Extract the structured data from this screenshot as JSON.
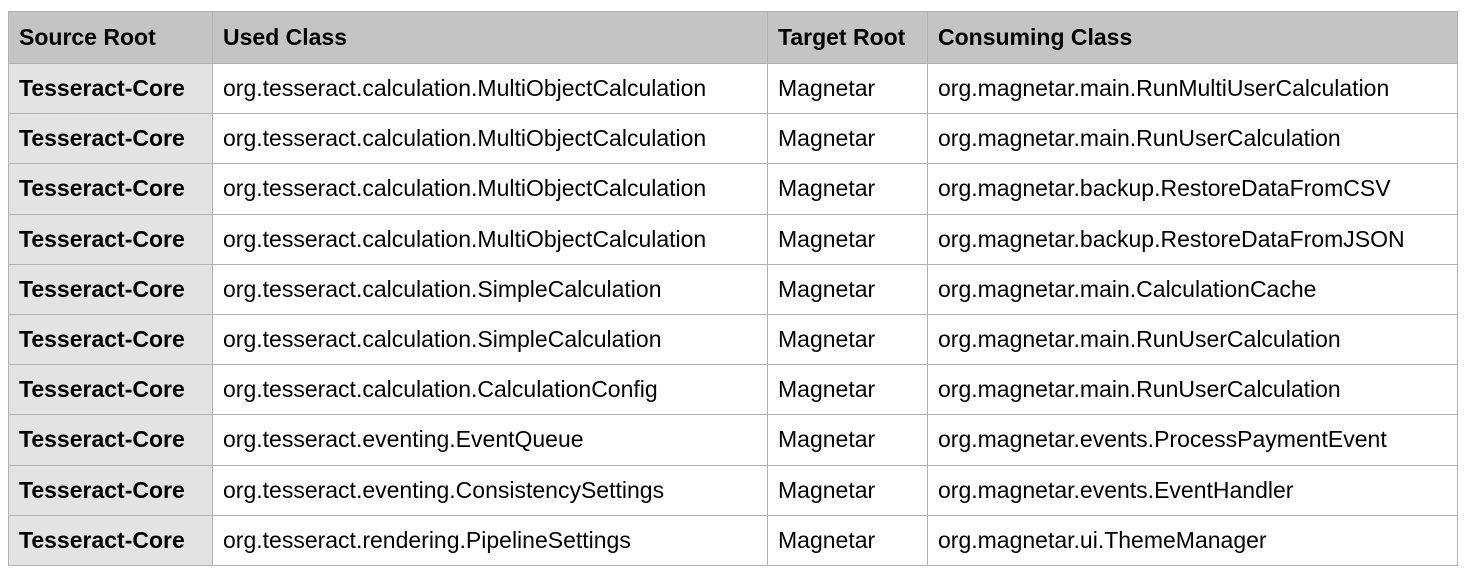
{
  "table": {
    "headers": [
      "Source Root",
      "Used Class",
      "Target Root",
      "Consuming Class"
    ],
    "rows": [
      [
        "Tesseract-Core",
        "org.tesseract.calculation.MultiObjectCalculation",
        "Magnetar",
        "org.magnetar.main.RunMultiUserCalculation"
      ],
      [
        "Tesseract-Core",
        "org.tesseract.calculation.MultiObjectCalculation",
        "Magnetar",
        "org.magnetar.main.RunUserCalculation"
      ],
      [
        "Tesseract-Core",
        "org.tesseract.calculation.MultiObjectCalculation",
        "Magnetar",
        "org.magnetar.backup.RestoreDataFromCSV"
      ],
      [
        "Tesseract-Core",
        "org.tesseract.calculation.MultiObjectCalculation",
        "Magnetar",
        "org.magnetar.backup.RestoreDataFromJSON"
      ],
      [
        "Tesseract-Core",
        "org.tesseract.calculation.SimpleCalculation",
        "Magnetar",
        "org.magnetar.main.CalculationCache"
      ],
      [
        "Tesseract-Core",
        "org.tesseract.calculation.SimpleCalculation",
        "Magnetar",
        "org.magnetar.main.RunUserCalculation"
      ],
      [
        "Tesseract-Core",
        "org.tesseract.calculation.CalculationConfig",
        "Magnetar",
        "org.magnetar.main.RunUserCalculation"
      ],
      [
        "Tesseract-Core",
        "org.tesseract.eventing.EventQueue",
        "Magnetar",
        "org.magnetar.events.ProcessPaymentEvent"
      ],
      [
        "Tesseract-Core",
        "org.tesseract.eventing.ConsistencySettings",
        "Magnetar",
        "org.magnetar.events.EventHandler"
      ],
      [
        "Tesseract-Core",
        "org.tesseract.rendering.PipelineSettings",
        "Magnetar",
        "org.magnetar.ui.ThemeManager"
      ]
    ]
  }
}
